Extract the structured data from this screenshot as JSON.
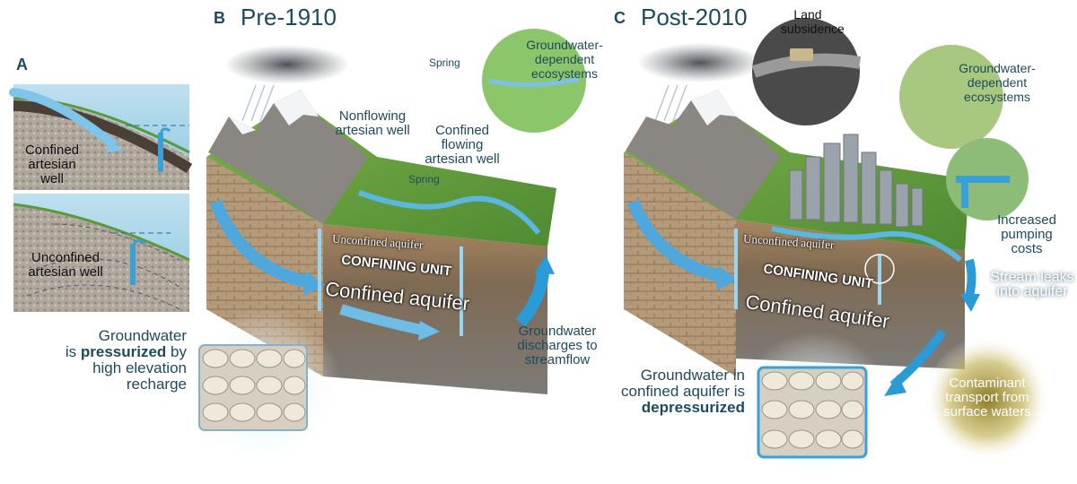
{
  "panel_a": {
    "letter": "A",
    "top_label": "Confined artesian well",
    "bottom_label": "Unconfined artesian well"
  },
  "panel_b": {
    "letter": "B",
    "title": "Pre-1910",
    "labels": {
      "spring_top": "Spring",
      "gde": "Groundwater-dependent ecosystems",
      "nonflowing": "Nonflowing artesian well",
      "flowing": "Confined flowing artesian well",
      "spring_mid": "Spring",
      "unconfined": "Unconfined aquifer",
      "confining": "CONFINING UNIT",
      "confined": "Confined aquifer",
      "discharge": "Groundwater discharges to streamflow",
      "pressurized_pre": "Groundwater",
      "pressurized_line2_a": "is",
      "pressurized_bold": "pressurized",
      "pressurized_line2_b": "by",
      "pressurized_rest": "high elevation recharge"
    }
  },
  "panel_c": {
    "letter": "C",
    "title": "Post-2010",
    "labels": {
      "subsidence": "Land subsidence",
      "gde": "Groundwater-dependent ecosystems",
      "pumping": "Increased pumping costs",
      "unconfined": "Unconfined aquifer",
      "confining": "CONFINING UNIT",
      "confined": "Confined aquifer",
      "stream": "Stream leaks into aquifer",
      "depress_line1": "Groundwater in confined aquifer is",
      "depress_bold": "depressurized",
      "contaminant": "Contaminant transport from surface waters"
    }
  },
  "colors": {
    "title": "#1e4a60",
    "water": "#3aa0d8",
    "grass": "#5a9a3a",
    "soil": "#a0825a",
    "rock": "#8a8680"
  }
}
